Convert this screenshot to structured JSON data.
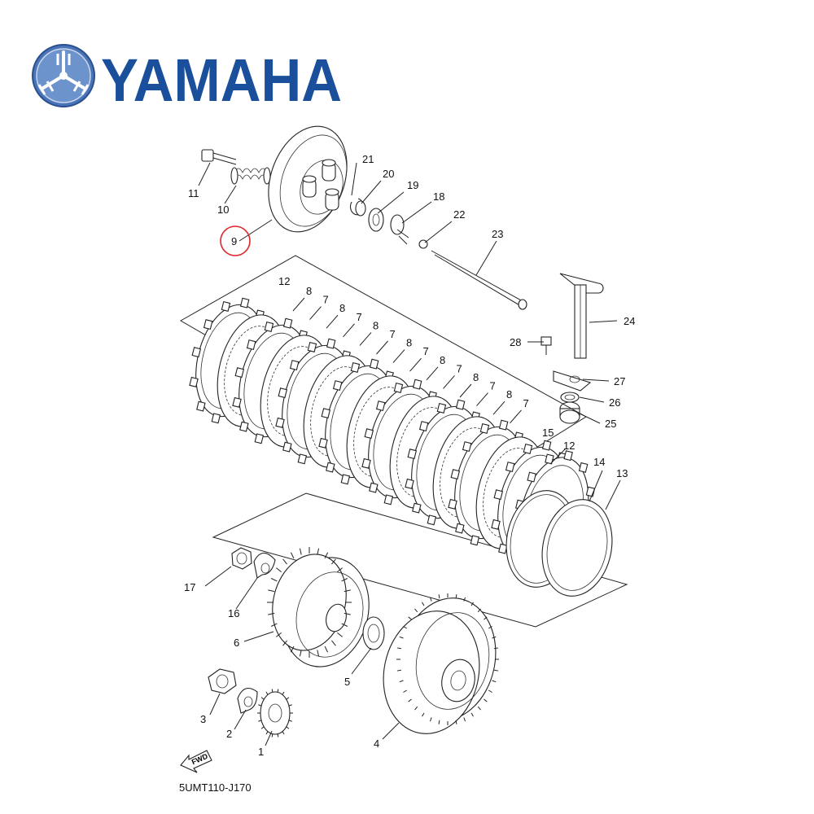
{
  "brand": {
    "name": "YAMAHA",
    "color": "#1a4f9c"
  },
  "highlight": {
    "part_number": "9",
    "color": "#e0262b"
  },
  "callouts": [
    "1",
    "2",
    "3",
    "4",
    "5",
    "6",
    "7",
    "8",
    "9",
    "10",
    "11",
    "12",
    "13",
    "14",
    "15",
    "16",
    "17",
    "18",
    "19",
    "20",
    "21",
    "22",
    "23",
    "24",
    "25",
    "26",
    "27",
    "28"
  ],
  "footer": {
    "fwd_label": "FWD",
    "diagram_code": "5UMT110-J170"
  },
  "icons": {
    "logo": "yamaha-tuning-fork-emblem",
    "direction": "fwd-arrow-icon"
  }
}
